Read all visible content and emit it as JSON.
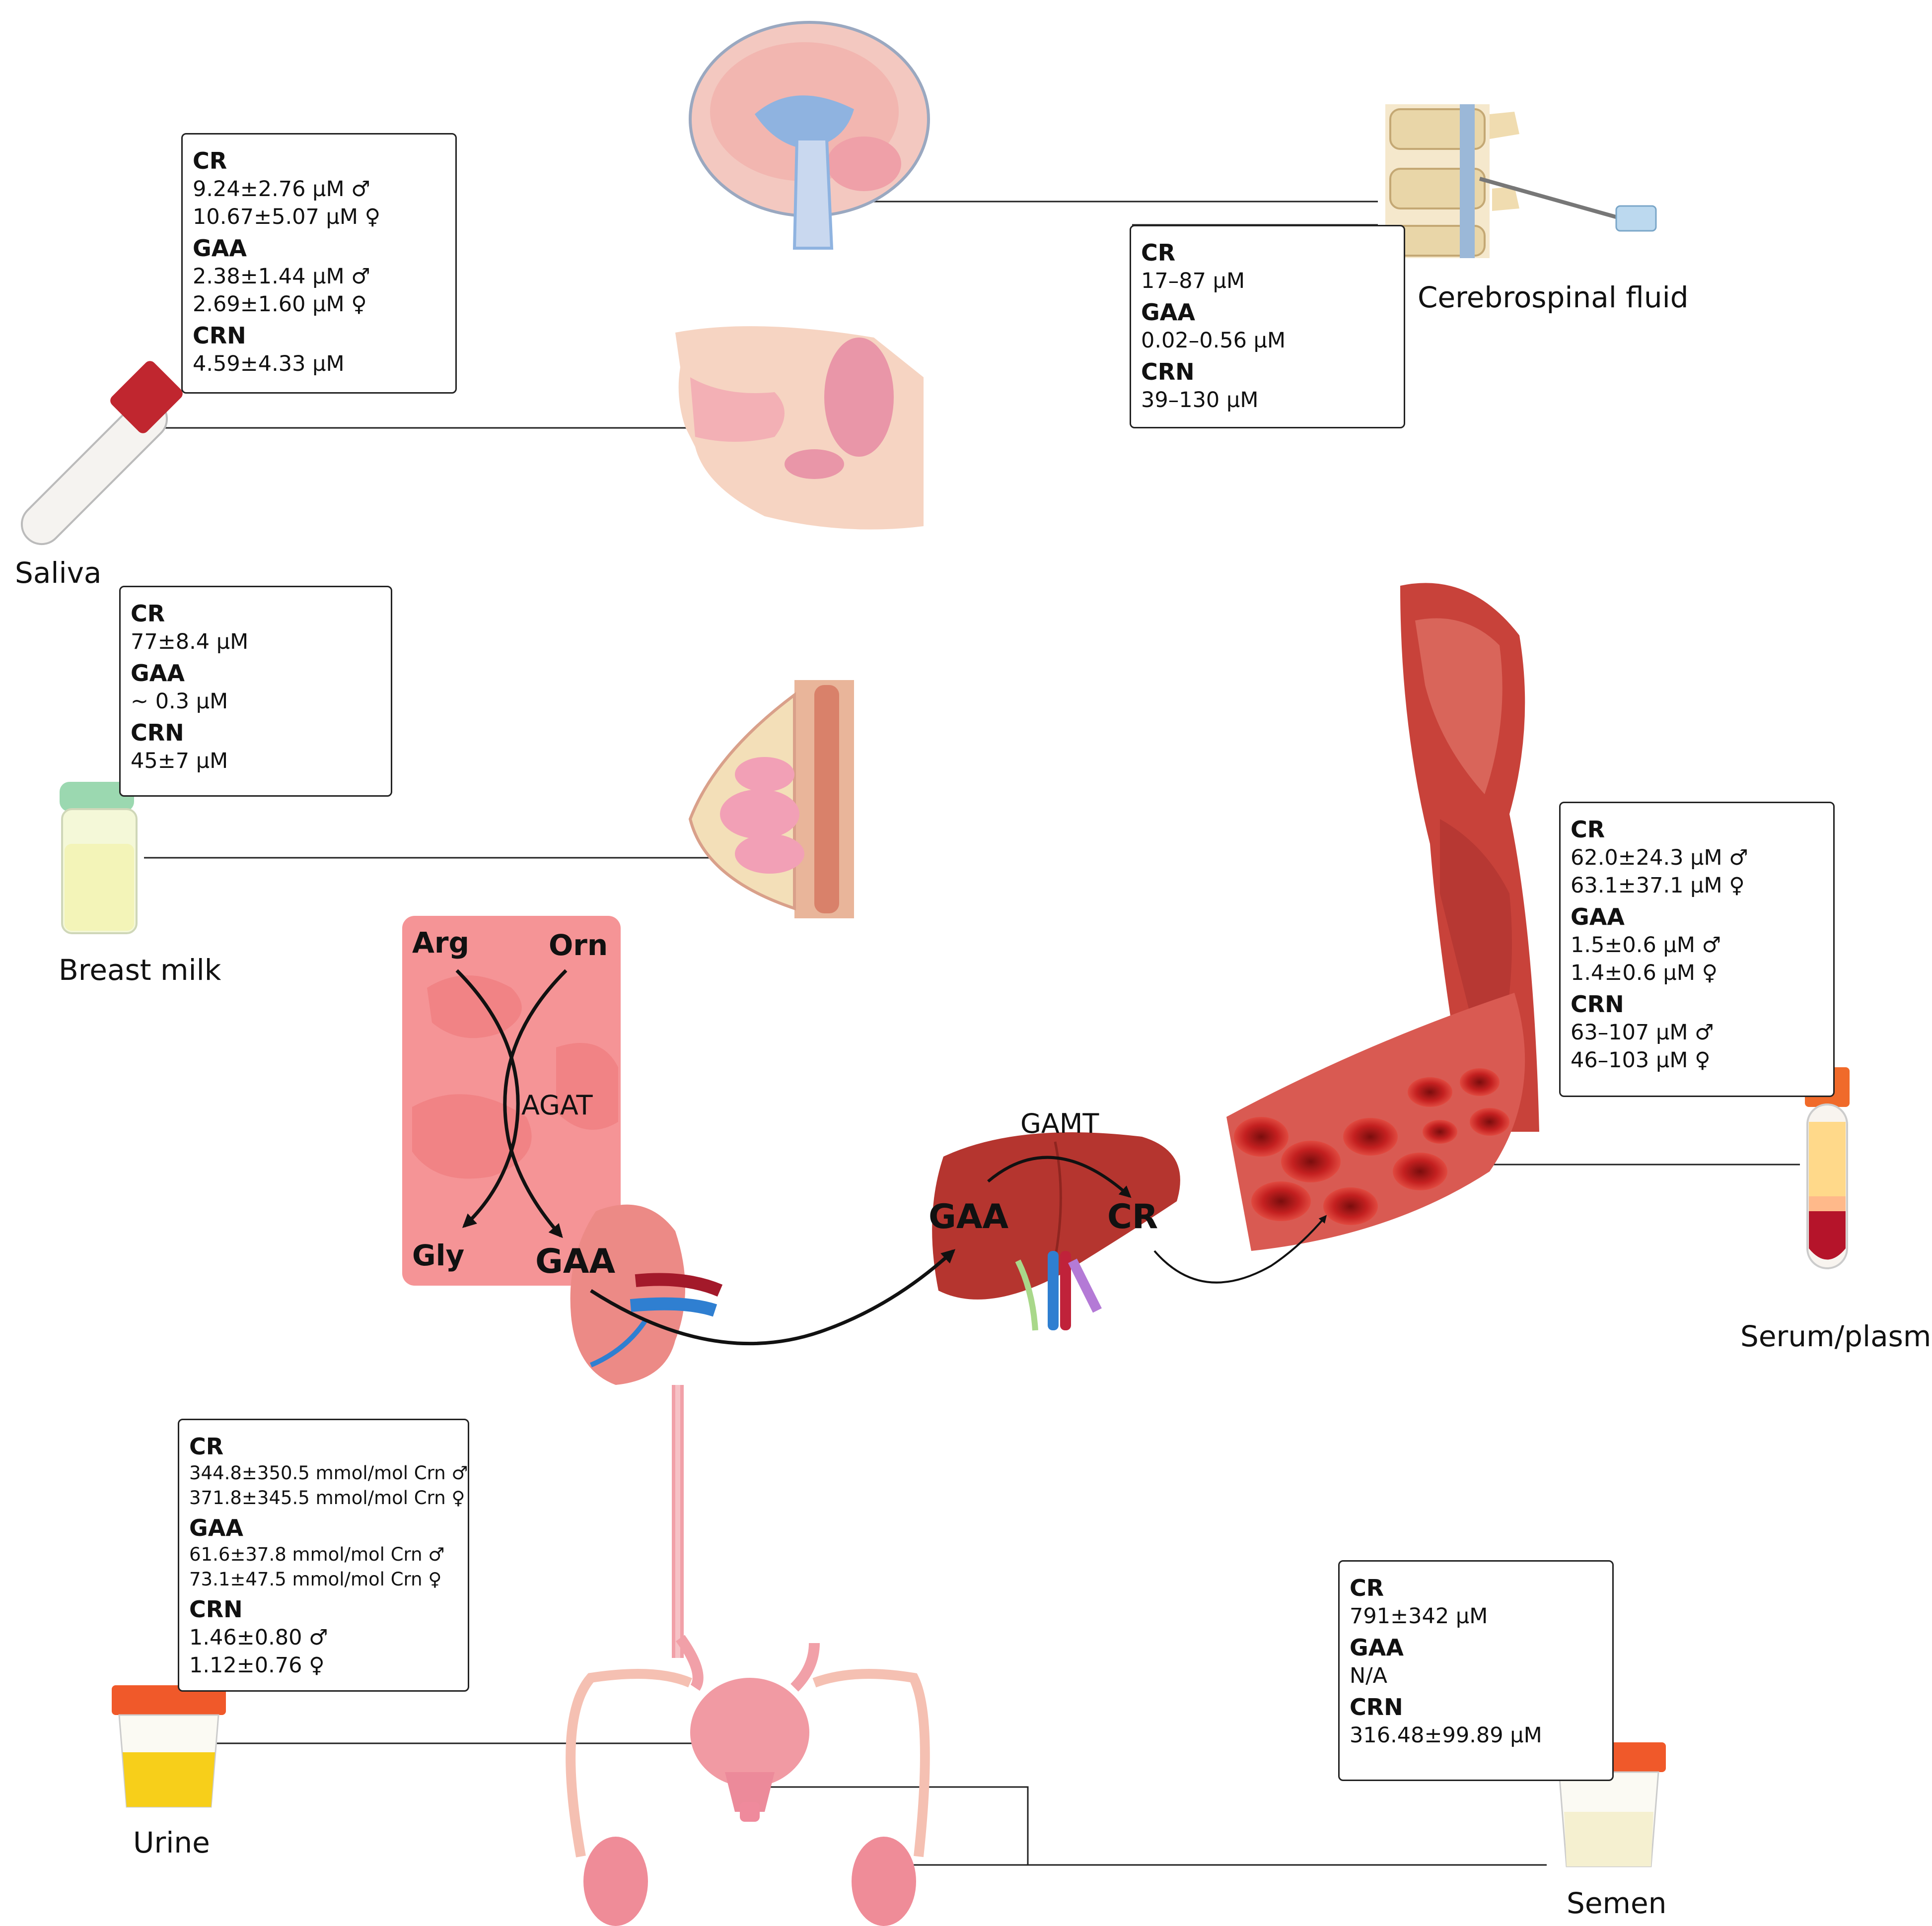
{
  "labels": {
    "saliva": "Saliva",
    "csf": "Cerebrospinal fluid",
    "breast_milk": "Breast milk",
    "serum": "Serum/plasma",
    "urine": "Urine",
    "semen": "Semen"
  },
  "pathway": {
    "arg": "Arg",
    "orn": "Orn",
    "agat": "AGAT",
    "gly": "Gly",
    "gaa_kidney": "GAA",
    "gamt": "GAMT",
    "gaa_liver": "GAA",
    "cr_liver": "CR"
  },
  "saliva_box": {
    "cr_h": "CR",
    "cr_m": "9.24±2.76 μM  ♂",
    "cr_f": "10.67±5.07 μM ♀",
    "gaa_h": "GAA",
    "gaa_m": "2.38±1.44 μM  ♂",
    "gaa_f": "2.69±1.60 μM  ♀",
    "crn_h": "CRN",
    "crn_v": "4.59±4.33 μM"
  },
  "csf_box": {
    "cr_h": "CR",
    "cr_v": "17–87 μM",
    "gaa_h": "GAA",
    "gaa_v": "0.02–0.56 μM",
    "crn_h": "CRN",
    "crn_v": "39–130 μM"
  },
  "milk_box": {
    "cr_h": "CR",
    "cr_v": "77±8.4 μM",
    "gaa_h": "GAA",
    "gaa_v": "~ 0.3 μM",
    "crn_h": "CRN",
    "crn_v": "45±7 μM"
  },
  "serum_box": {
    "cr_h": "CR",
    "cr_m": "62.0±24.3 μM ♂",
    "cr_f": "63.1±37.1 μM ♀",
    "gaa_h": "GAA",
    "gaa_m": "1.5±0.6 μM ♂",
    "gaa_f": "1.4±0.6 μM ♀",
    "crn_h": "CRN",
    "crn_m": "63–107 μM ♂",
    "crn_f": "46–103 μM ♀"
  },
  "urine_box": {
    "cr_h": "CR",
    "cr_m": "344.8±350.5 mmol/mol Crn ♂",
    "cr_f": "371.8±345.5 mmol/mol Crn ♀",
    "gaa_h": "GAA",
    "gaa_m": "61.6±37.8 mmol/mol Crn ♂",
    "gaa_f": "73.1±47.5 mmol/mol Crn ♀",
    "crn_h": "CRN",
    "crn_m": "1.46±0.80 ♂",
    "crn_f": "1.12±0.76 ♀"
  },
  "semen_box": {
    "cr_h": "CR",
    "cr_v": "791±342 μM",
    "gaa_h": "GAA",
    "gaa_v": "N/A",
    "crn_h": "CRN",
    "crn_v": "316.48±99.89 μM"
  }
}
